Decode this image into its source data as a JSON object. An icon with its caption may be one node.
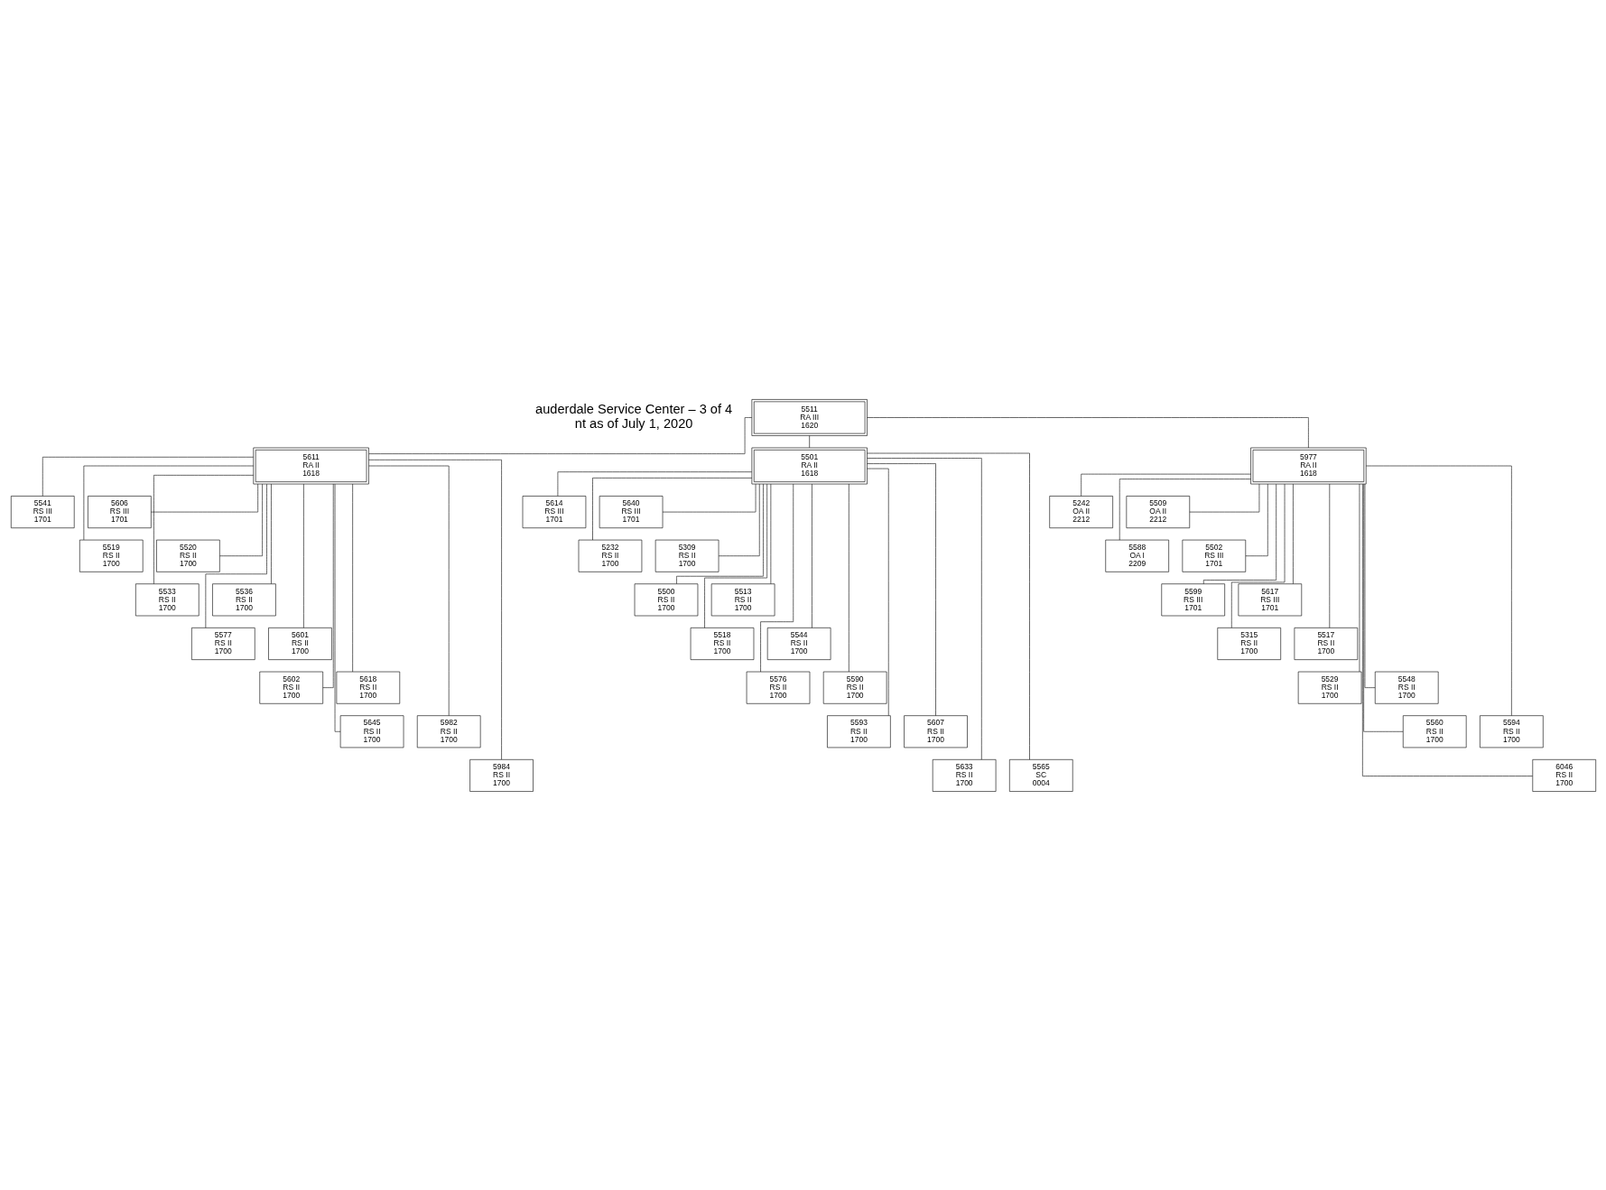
{
  "diagram": {
    "nodes": [
      {
        "text": [
          "5511",
          "RA III",
          "1620"
        ]
      },
      {
        "text": [
          "5611",
          "RA II",
          "1618"
        ]
      },
      {
        "text": [
          "5501",
          "RA II",
          "1618"
        ]
      },
      {
        "text": [
          "5977",
          "RA II",
          "1618"
        ]
      },
      {
        "text": [
          "5541",
          "RS III",
          "1701"
        ]
      },
      {
        "text": [
          "5606",
          "RS III",
          "1701"
        ]
      },
      {
        "text": [
          "5519",
          "RS II",
          "1700"
        ]
      },
      {
        "text": [
          "5520",
          "RS II",
          "1700"
        ]
      },
      {
        "text": [
          "5533",
          "RS II",
          "1700"
        ]
      },
      {
        "text": [
          "5536",
          "RS II",
          "1700"
        ]
      },
      {
        "text": [
          "5577",
          "RS II",
          "1700"
        ]
      },
      {
        "text": [
          "5601",
          "RS II",
          "1700"
        ]
      },
      {
        "text": [
          "5602",
          "RS II",
          "1700"
        ]
      },
      {
        "text": [
          "5618",
          "RS II",
          "1700"
        ]
      },
      {
        "text": [
          "5645",
          "RS II",
          "1700"
        ]
      },
      {
        "text": [
          "5982",
          "RS II",
          "1700"
        ]
      },
      {
        "text": [
          "5984",
          "RS II",
          "1700"
        ]
      },
      {
        "text": [
          "5614",
          "RS III",
          "1701"
        ]
      },
      {
        "text": [
          "5640",
          "RS III",
          "1701"
        ]
      },
      {
        "text": [
          "5232",
          "RS II",
          "1700"
        ]
      },
      {
        "text": [
          "5309",
          "RS II",
          "1700"
        ]
      },
      {
        "text": [
          "5500",
          "RS II",
          "1700"
        ]
      },
      {
        "text": [
          "5513",
          "RS II",
          "1700"
        ]
      },
      {
        "text": [
          "5518",
          "RS II",
          "1700"
        ]
      },
      {
        "text": [
          "5544",
          "RS II",
          "1700"
        ]
      },
      {
        "text": [
          "5576",
          "RS II",
          "1700"
        ]
      },
      {
        "text": [
          "5590",
          "RS II",
          "1700"
        ]
      },
      {
        "text": [
          "5593",
          "RS II",
          "1700"
        ]
      },
      {
        "text": [
          "5607",
          "RS II",
          "1700"
        ]
      },
      {
        "text": [
          "5633",
          "RS II",
          "1700"
        ]
      },
      {
        "text": [
          "5565",
          "SC",
          "0004"
        ]
      },
      {
        "text": [
          "5242",
          "OA II",
          "2212"
        ]
      },
      {
        "text": [
          "5509",
          "OA II",
          "2212"
        ]
      },
      {
        "text": [
          "5588",
          "OA I",
          "2209"
        ]
      },
      {
        "text": [
          "5502",
          "RS III",
          "1701"
        ]
      },
      {
        "text": [
          "5599",
          "RS III",
          "1701"
        ]
      },
      {
        "text": [
          "5617",
          "RS III",
          "1701"
        ]
      },
      {
        "text": [
          "5315",
          "RS II",
          "1700"
        ]
      },
      {
        "text": [
          "5517",
          "RS II",
          "1700"
        ]
      },
      {
        "text": [
          "5529",
          "RS II",
          "1700"
        ]
      },
      {
        "text": [
          "5548",
          "RS II",
          "1700"
        ]
      },
      {
        "text": [
          "5560",
          "RS II",
          "1700"
        ]
      },
      {
        "text": [
          "5594",
          "RS II",
          "1700"
        ]
      },
      {
        "text": [
          "6046",
          "RS II",
          "1700"
        ]
      }
    ],
    "edges": [
      {
        "from": 0,
        "to": 1,
        "arrow": "none"
      },
      {
        "from": 0,
        "to": 2,
        "arrow": "none"
      },
      {
        "from": 0,
        "to": 3,
        "arrow": "none"
      },
      {
        "from": 1,
        "to": 4,
        "arrow": "none"
      },
      {
        "from": 1,
        "to": 5,
        "arrow": "none"
      },
      {
        "from": 1,
        "to": 6,
        "arrow": "none"
      },
      {
        "from": 1,
        "to": 7,
        "arrow": "none"
      },
      {
        "from": 1,
        "to": 8,
        "arrow": "none"
      },
      {
        "from": 1,
        "to": 9,
        "arrow": "none"
      },
      {
        "from": 1,
        "to": 10,
        "arrow": "none"
      },
      {
        "from": 1,
        "to": 11,
        "arrow": "none"
      },
      {
        "from": 1,
        "to": 12,
        "arrow": "none"
      },
      {
        "from": 1,
        "to": 13,
        "arrow": "none"
      },
      {
        "from": 1,
        "to": 14,
        "arrow": "none"
      },
      {
        "from": 1,
        "to": 15,
        "arrow": "none"
      },
      {
        "from": 1,
        "to": 16,
        "arrow": "none"
      },
      {
        "from": 2,
        "to": 17,
        "arrow": "none"
      },
      {
        "from": 2,
        "to": 18,
        "arrow": "none"
      },
      {
        "from": 2,
        "to": 19,
        "arrow": "none"
      },
      {
        "from": 2,
        "to": 20,
        "arrow": "none"
      },
      {
        "from": 2,
        "to": 21,
        "arrow": "none"
      },
      {
        "from": 2,
        "to": 22,
        "arrow": "none"
      },
      {
        "from": 2,
        "to": 23,
        "arrow": "none"
      },
      {
        "from": 2,
        "to": 24,
        "arrow": "none"
      },
      {
        "from": 2,
        "to": 25,
        "arrow": "none"
      },
      {
        "from": 2,
        "to": 26,
        "arrow": "none"
      },
      {
        "from": 2,
        "to": 27,
        "arrow": "none"
      },
      {
        "from": 2,
        "to": 28,
        "arrow": "none"
      },
      {
        "from": 2,
        "to": 29,
        "arrow": "none"
      },
      {
        "from": 2,
        "to": 30,
        "arrow": "none"
      },
      {
        "from": 3,
        "to": 31,
        "arrow": "none"
      },
      {
        "from": 3,
        "to": 32,
        "arrow": "none"
      },
      {
        "from": 3,
        "to": 33,
        "arrow": "none"
      },
      {
        "from": 3,
        "to": 34,
        "arrow": "none"
      },
      {
        "from": 3,
        "to": 35,
        "arrow": "none"
      },
      {
        "from": 3,
        "to": 36,
        "arrow": "none"
      },
      {
        "from": 3,
        "to": 37,
        "arrow": "none"
      },
      {
        "from": 3,
        "to": 38,
        "arrow": "none"
      },
      {
        "from": 3,
        "to": 39,
        "arrow": "none"
      },
      {
        "from": 3,
        "to": 40,
        "arrow": "none"
      },
      {
        "from": 3,
        "to": 41,
        "arrow": "none"
      },
      {
        "from": 3,
        "to": 42,
        "arrow": "none"
      },
      {
        "from": 3,
        "to": 43,
        "arrow": "none"
      }
    ],
    "labels": [
      "auderdale Service Center – 3 of 4",
      "nt as of July 1, 2020"
    ]
  }
}
